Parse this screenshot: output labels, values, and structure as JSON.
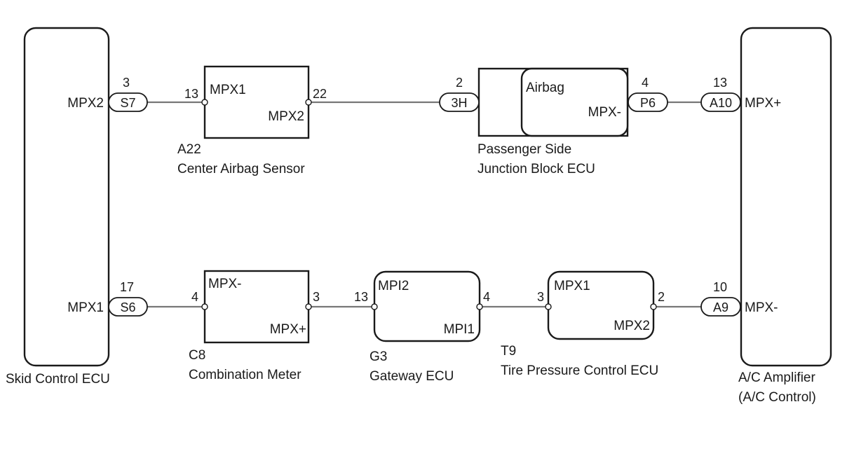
{
  "components": {
    "skid": {
      "name": "Skid Control ECU",
      "pin_top": "MPX2",
      "pin_bottom": "MPX1"
    },
    "ac": {
      "name_line1": "A/C Amplifier",
      "name_line2": "(A/C Control)",
      "pin_top": "MPX+",
      "pin_bottom": "MPX-"
    },
    "airbag": {
      "code": "A22",
      "name": "Center Airbag Sensor",
      "pin_left": "MPX1",
      "pin_right": "MPX2"
    },
    "jb": {
      "name_line1": "Passenger Side",
      "name_line2": "Junction Block ECU",
      "inner_label": "Airbag",
      "inner_pin": "MPX-"
    },
    "meter": {
      "code": "C8",
      "name": "Combination Meter",
      "pin_left": "MPX-",
      "pin_right": "MPX+"
    },
    "gateway": {
      "code": "G3",
      "name": "Gateway ECU",
      "pin_left": "MPI2",
      "pin_right": "MPI1"
    },
    "tpms": {
      "code": "T9",
      "name": "Tire Pressure Control ECU",
      "pin_left": "MPX1",
      "pin_right": "MPX2"
    }
  },
  "connectors": {
    "s7": {
      "id": "S7",
      "pin": "3"
    },
    "h3": {
      "id": "3H",
      "pin": "2"
    },
    "p6": {
      "id": "P6",
      "pin": "4"
    },
    "a10": {
      "id": "A10",
      "pin": "13"
    },
    "s6": {
      "id": "S6",
      "pin": "17"
    },
    "a9": {
      "id": "A9",
      "pin": "10"
    }
  },
  "pins": {
    "airbag_left": "13",
    "airbag_right": "22",
    "meter_left": "4",
    "meter_right": "3",
    "gateway_left": "13",
    "gateway_right": "4",
    "tpms_left": "3",
    "tpms_right": "2"
  }
}
